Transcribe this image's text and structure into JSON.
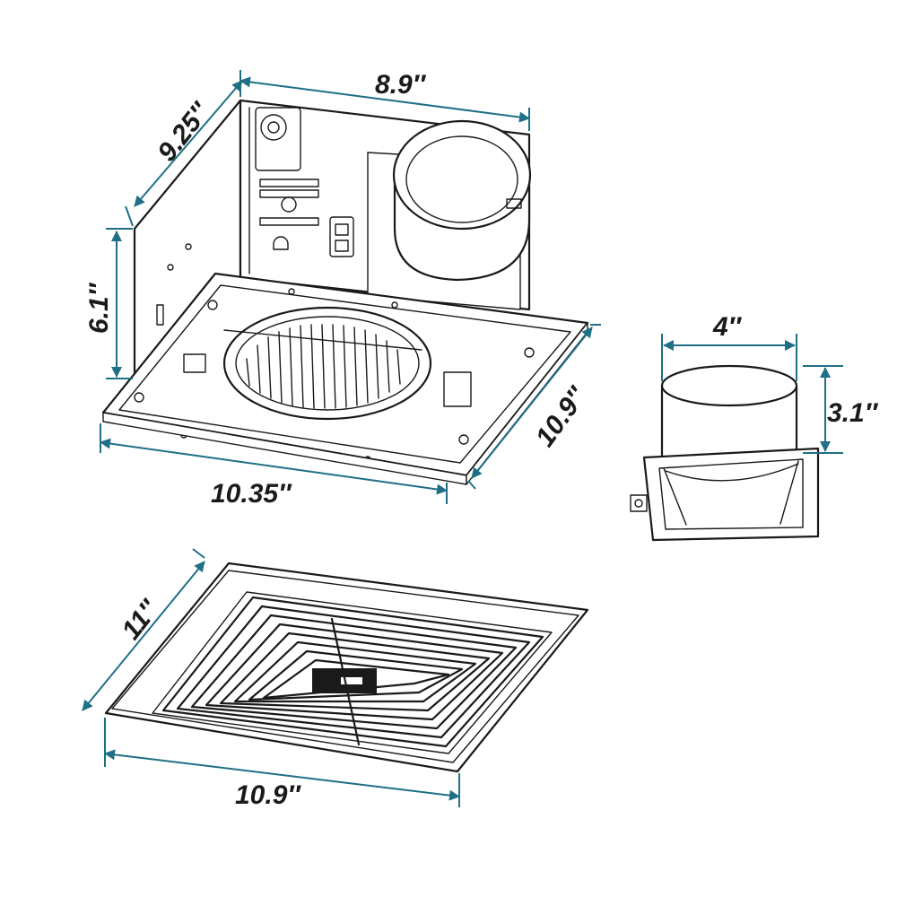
{
  "colors": {
    "dimension": "#1f6f86",
    "outline": "#1a1a1a",
    "background": "#ffffff"
  },
  "dimensions": {
    "housing_width": "8.9″",
    "housing_depth": "9.25″",
    "housing_height": "6.1″",
    "flange_width": "10.35″",
    "flange_depth": "10.9″",
    "duct_diameter": "4″",
    "duct_height": "3.1″",
    "grille_depth": "11″",
    "grille_width": "10.9″"
  }
}
